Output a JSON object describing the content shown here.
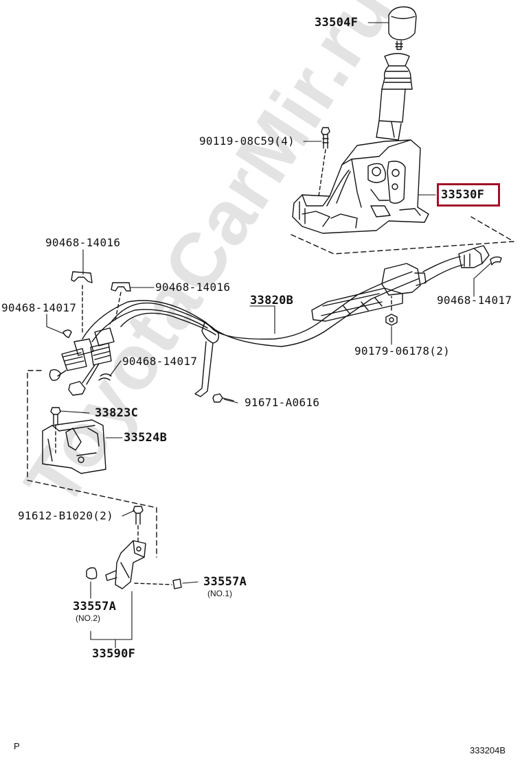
{
  "watermark": "ToyotaCarMir.ru",
  "parts": {
    "p33504F": "33504F",
    "p90119": "90119-08C59(4)",
    "p33530F": "33530F",
    "p90468a": "90468-14016",
    "p90468b": "90468-14016",
    "p90468c": "90468-14017",
    "p33820B": "33820B",
    "p90468d": "90468-14017",
    "p90179": "90179-06178(2)",
    "p90468e": "90468-14017",
    "p91671": "91671-A0616",
    "p33823C": "33823C",
    "p33524B": "33524B",
    "p91612": "91612-B1020(2)",
    "p33557A1": "33557A",
    "p33557A1_note": "(NO.1)",
    "p33557A2": "33557A",
    "p33557A2_note": "(NO.2)",
    "p33590F": "33590F"
  },
  "footer": {
    "left": "P",
    "right": "333204B"
  },
  "highlight_color": "#a0102a"
}
